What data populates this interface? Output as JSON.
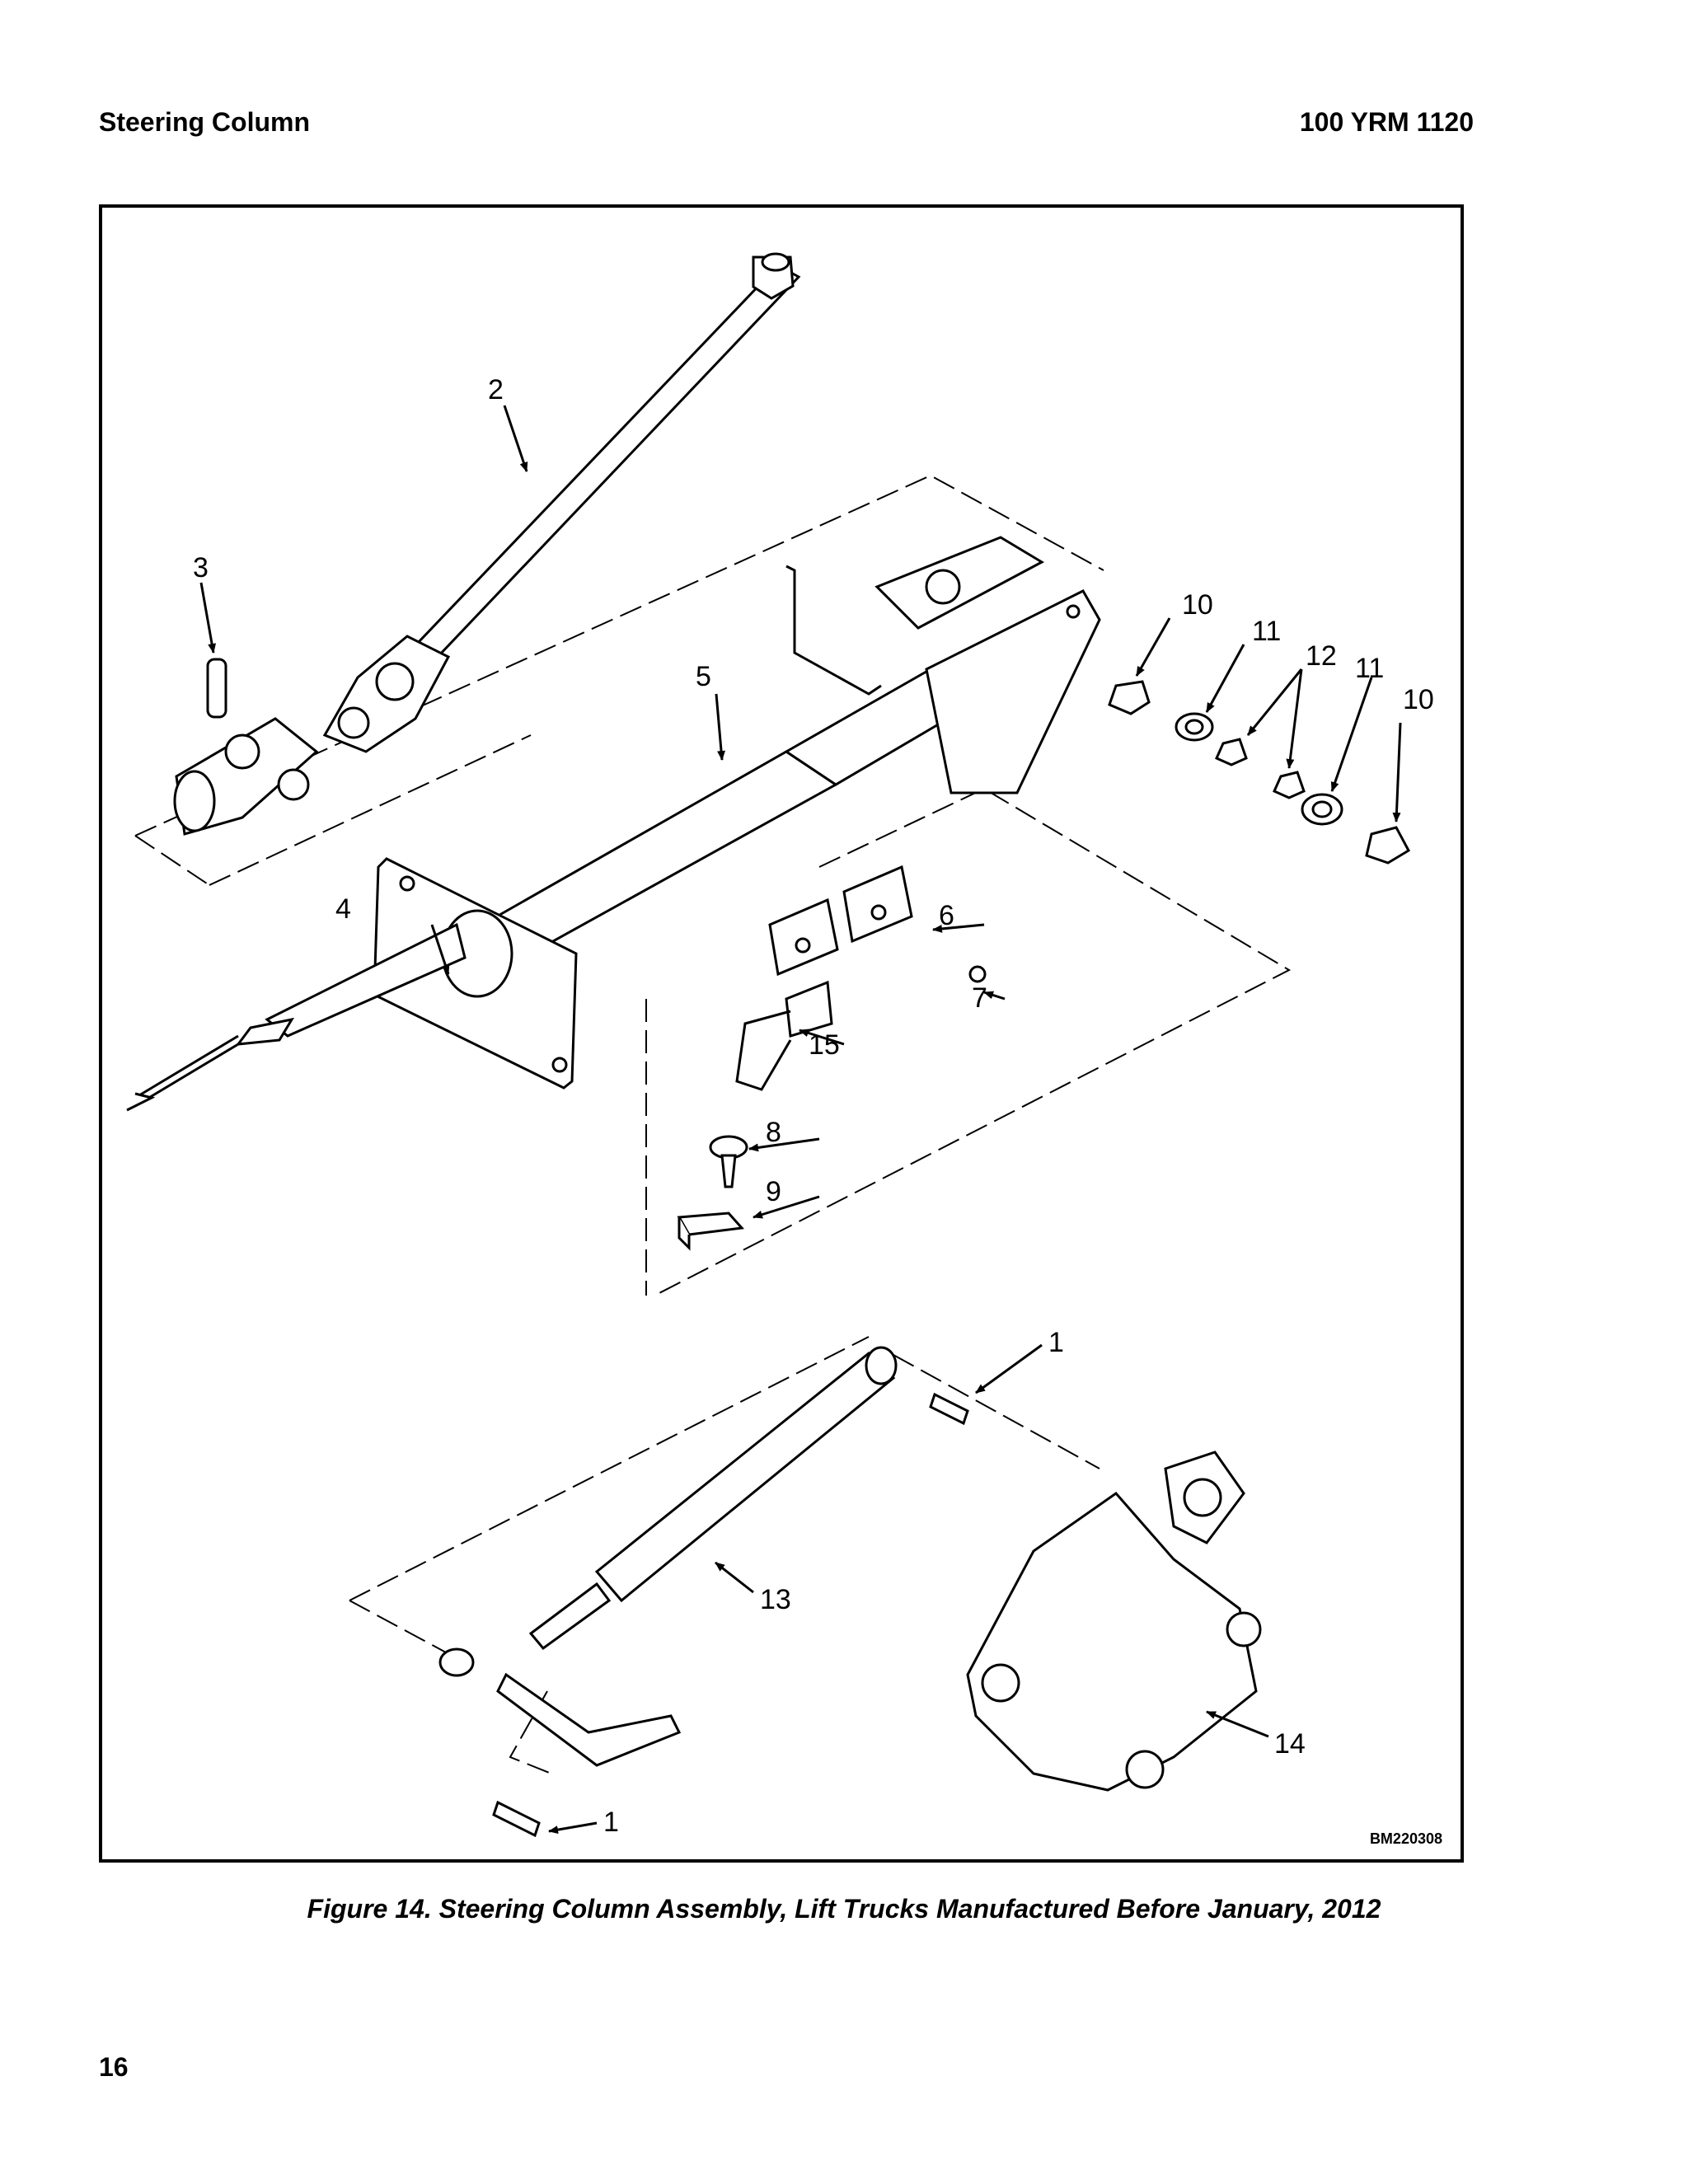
{
  "header": {
    "section_title": "Steering Column",
    "document_code": "100 YRM 1120"
  },
  "figure": {
    "figure_id": "BM220308",
    "caption": "Figure 14. Steering Column Assembly, Lift Trucks Manufactured Before January, 2012",
    "callouts": [
      "1",
      "2",
      "3",
      "4",
      "5",
      "6",
      "7",
      "8",
      "9",
      "10",
      "11",
      "12",
      "13",
      "14",
      "15"
    ]
  },
  "footer": {
    "page_number": "16"
  }
}
